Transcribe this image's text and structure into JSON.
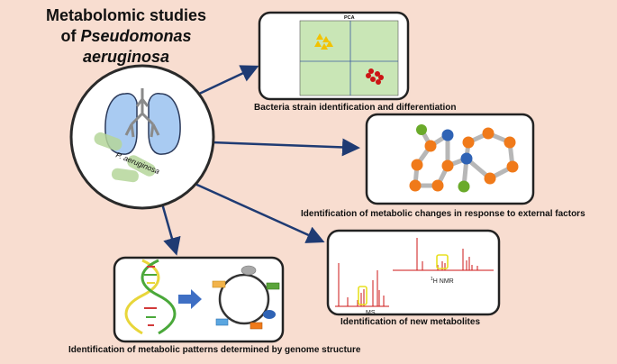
{
  "title": {
    "line1": "Metabolomic studies",
    "line2_prefix": "of ",
    "line2_italic": "Pseudomonas aeruginosa"
  },
  "lung_panel": {
    "label": "P. aeruginosa"
  },
  "pca_panel": {
    "plot_label": "PCA",
    "caption": "Bacteria strain identification  and differentiation",
    "colors": {
      "cluster_a": "#f2c200",
      "cluster_b": "#cc1414",
      "plot_bg": "#c9e6b6"
    }
  },
  "network_panel": {
    "caption": "Identification  of  metabolic changes  in response  to external  factors",
    "colors": {
      "node_main": "#f07a1a",
      "node_green": "#6aaa2a",
      "node_blue": "#2f63b5"
    }
  },
  "spectra_panel": {
    "nmr_label": "1H NMR",
    "nmr_label_sup": "1",
    "nmr_label_rest": "H NMR",
    "ms_label": "MS",
    "caption": "Identification  of  new metabolites",
    "colors": {
      "peak": "#cc1414",
      "highlight": "#e8e020"
    }
  },
  "genome_panel": {
    "caption": "Identification  of  metabolic  patterns  determined  by genome structure",
    "colors": {
      "arrow": "#3f6fc4"
    }
  }
}
